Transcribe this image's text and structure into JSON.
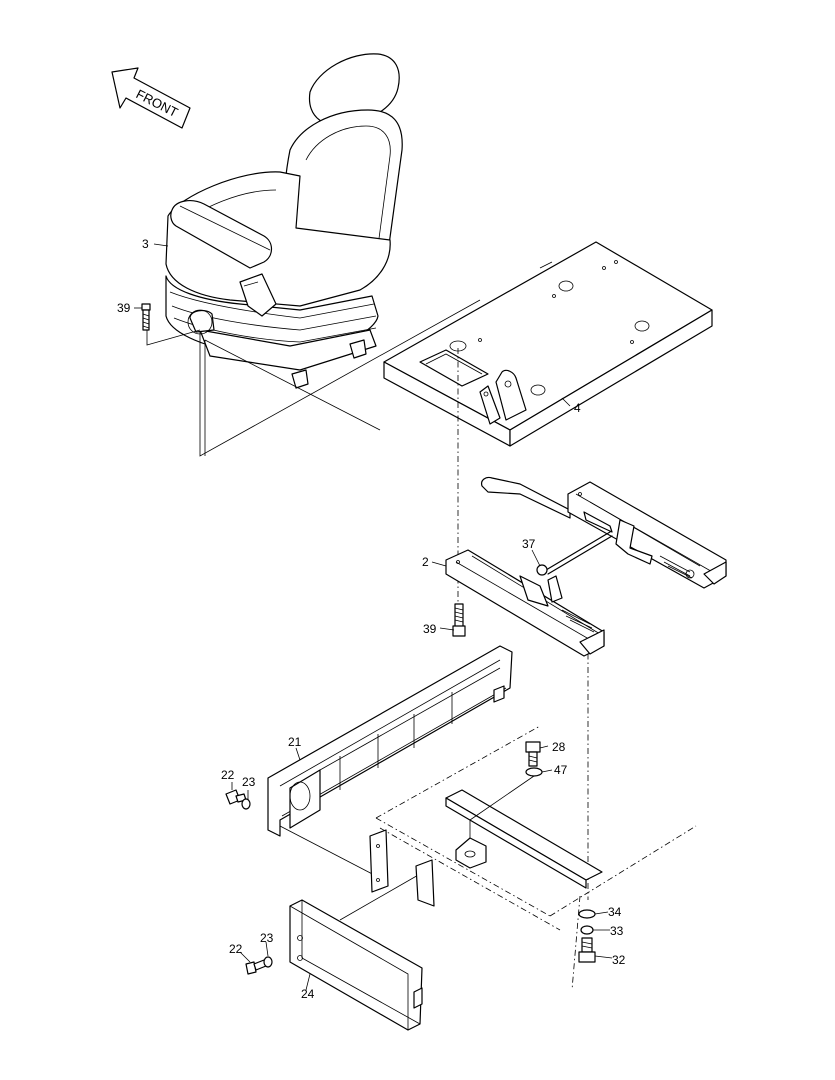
{
  "front_arrow": {
    "text": "FRONT"
  },
  "callouts": [
    {
      "id": "c3",
      "text": "3"
    },
    {
      "id": "c39a",
      "text": "39"
    },
    {
      "id": "c4",
      "text": "4"
    },
    {
      "id": "c37",
      "text": "37"
    },
    {
      "id": "c2",
      "text": "2"
    },
    {
      "id": "c39b",
      "text": "39"
    },
    {
      "id": "c21",
      "text": "21"
    },
    {
      "id": "c22a",
      "text": "22"
    },
    {
      "id": "c23a",
      "text": "23"
    },
    {
      "id": "c28",
      "text": "28"
    },
    {
      "id": "c47",
      "text": "47"
    },
    {
      "id": "c34",
      "text": "34"
    },
    {
      "id": "c33",
      "text": "33"
    },
    {
      "id": "c32",
      "text": "32"
    },
    {
      "id": "c22b",
      "text": "22"
    },
    {
      "id": "c23b",
      "text": "23"
    },
    {
      "id": "c24",
      "text": "24"
    }
  ]
}
